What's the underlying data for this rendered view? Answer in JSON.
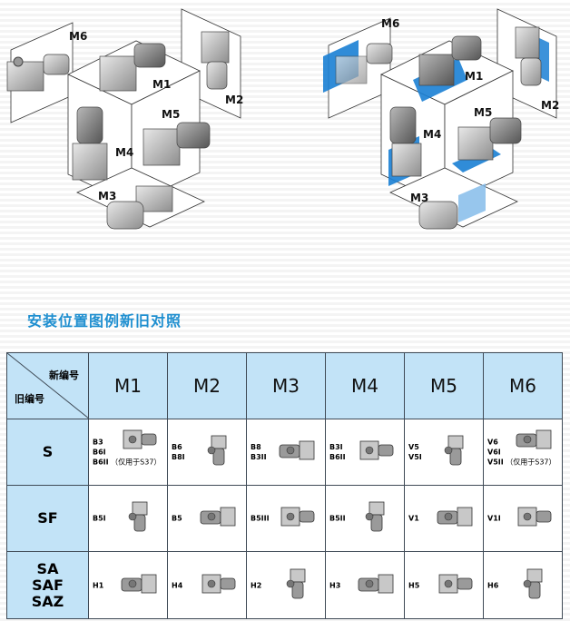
{
  "diagram_left": {
    "labels": [
      "M6",
      "M1",
      "M2",
      "M5",
      "M4",
      "M3"
    ]
  },
  "diagram_right": {
    "labels": [
      "M6",
      "M1",
      "M2",
      "M5",
      "M4",
      "M3"
    ]
  },
  "section_title": "安装位置图例新旧对照",
  "table": {
    "corner_new": "新编号",
    "corner_old": "旧编号",
    "columns": [
      "M1",
      "M2",
      "M3",
      "M4",
      "M5",
      "M6"
    ],
    "rows": [
      {
        "label": "S",
        "cells": [
          {
            "codes": [
              "B3",
              "B6I",
              "B6II"
            ],
            "note": "（仅用于S37）"
          },
          {
            "codes": [
              "B6",
              "B8I"
            ]
          },
          {
            "codes": [
              "B8",
              "B3II"
            ]
          },
          {
            "codes": [
              "B3I",
              "B6II"
            ]
          },
          {
            "codes": [
              "V5",
              "V5I"
            ]
          },
          {
            "codes": [
              "V6",
              "V6I",
              "V5II"
            ],
            "note": "（仅用于S37）"
          }
        ]
      },
      {
        "label": "SF",
        "cells": [
          {
            "codes": [
              "B5I"
            ]
          },
          {
            "codes": [
              "B5"
            ]
          },
          {
            "codes": [
              "B5III"
            ]
          },
          {
            "codes": [
              "B5II"
            ]
          },
          {
            "codes": [
              "V1"
            ]
          },
          {
            "codes": [
              "V1I"
            ]
          }
        ]
      },
      {
        "label": "SA\nSAF\nSAZ",
        "lines": [
          "SA",
          "SAF",
          "SAZ"
        ],
        "cells": [
          {
            "codes": [
              "H1"
            ]
          },
          {
            "codes": [
              "H4"
            ]
          },
          {
            "codes": [
              "H2"
            ]
          },
          {
            "codes": [
              "H3"
            ]
          },
          {
            "codes": [
              "H5"
            ]
          },
          {
            "codes": [
              "H6"
            ]
          }
        ]
      }
    ]
  },
  "colors": {
    "accent_blue": "#1f8fd0",
    "header_bg": "#c2e3f7",
    "mount_blue": "#1a7fd4"
  }
}
